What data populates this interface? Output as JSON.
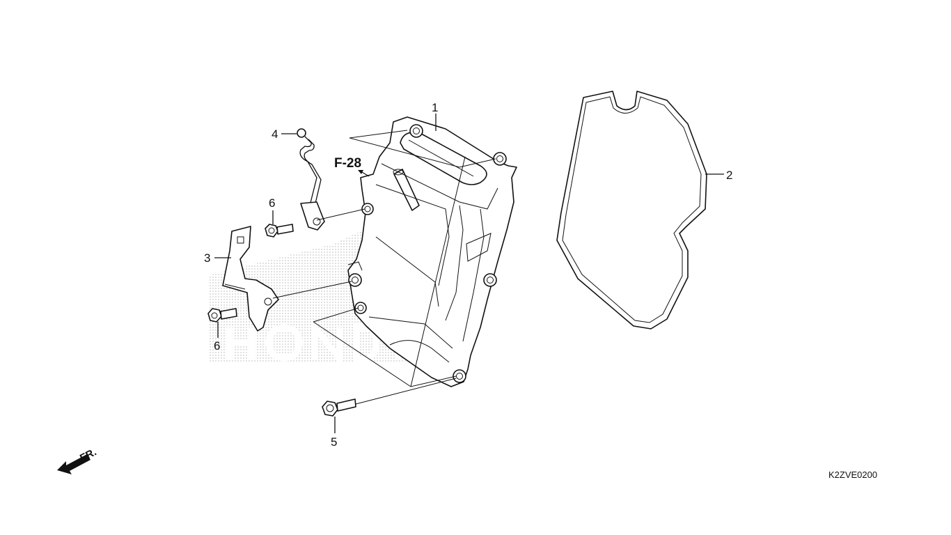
{
  "callouts": [
    {
      "id": "1",
      "label": "1"
    },
    {
      "id": "2",
      "label": "2"
    },
    {
      "id": "3",
      "label": "3"
    },
    {
      "id": "4",
      "label": "4"
    },
    {
      "id": "5",
      "label": "5"
    },
    {
      "id": "6a",
      "label": "6"
    },
    {
      "id": "6b",
      "label": "6"
    }
  ],
  "reference": "F-28",
  "front_indicator": "FR.",
  "diagram_code": "K2ZVE0200",
  "watermark": "HONDA",
  "icons": {
    "front_arrow": "front-arrow-icon",
    "ref_arrow": "reference-arrow-icon"
  },
  "colors": {
    "line": "#111111",
    "background": "#ffffff",
    "watermark_dots": "#b5b5b5"
  }
}
